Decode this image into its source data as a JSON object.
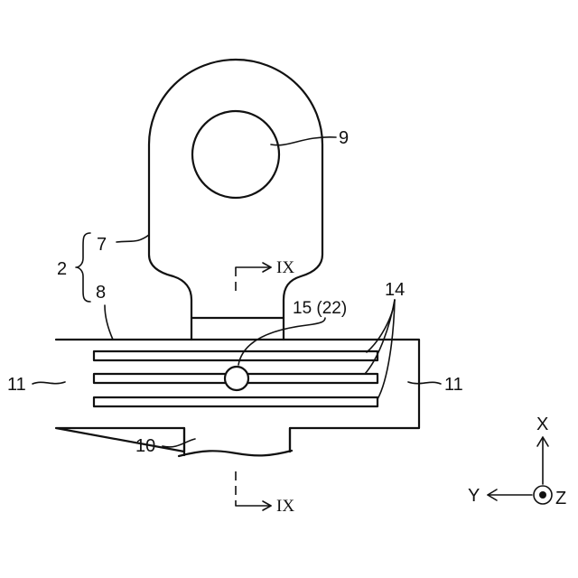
{
  "labels": {
    "hole": "9",
    "assembly": "2",
    "upper_part": "7",
    "lower_part": "8",
    "side_left": "11",
    "side_right": "11",
    "slits": "14",
    "contact": "15 (22)",
    "neck": "10",
    "section_top": "IX",
    "section_bottom": "IX"
  },
  "axes": {
    "x": "X",
    "y": "Y",
    "z": "Z"
  }
}
